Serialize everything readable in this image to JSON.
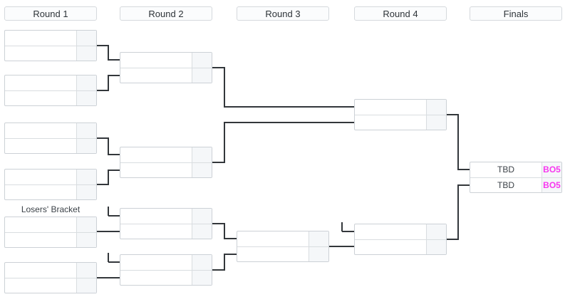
{
  "headers": [
    {
      "label": "Round 1"
    },
    {
      "label": "Round 2"
    },
    {
      "label": "Round 3"
    },
    {
      "label": "Round 4"
    },
    {
      "label": "Finals"
    }
  ],
  "losers_bracket_label": "Losers' Bracket",
  "finals": {
    "rows": [
      {
        "name": "TBD",
        "score": "BO5"
      },
      {
        "name": "TBD",
        "score": "BO5"
      }
    ]
  },
  "colors": {
    "score_accent": "#f737ef",
    "connector": "#33373b",
    "match_border": "#ccd1d6",
    "score_cell_background": "#f5f7f9",
    "header_background": "#fbfcfd",
    "page_background": "#ffffff"
  }
}
